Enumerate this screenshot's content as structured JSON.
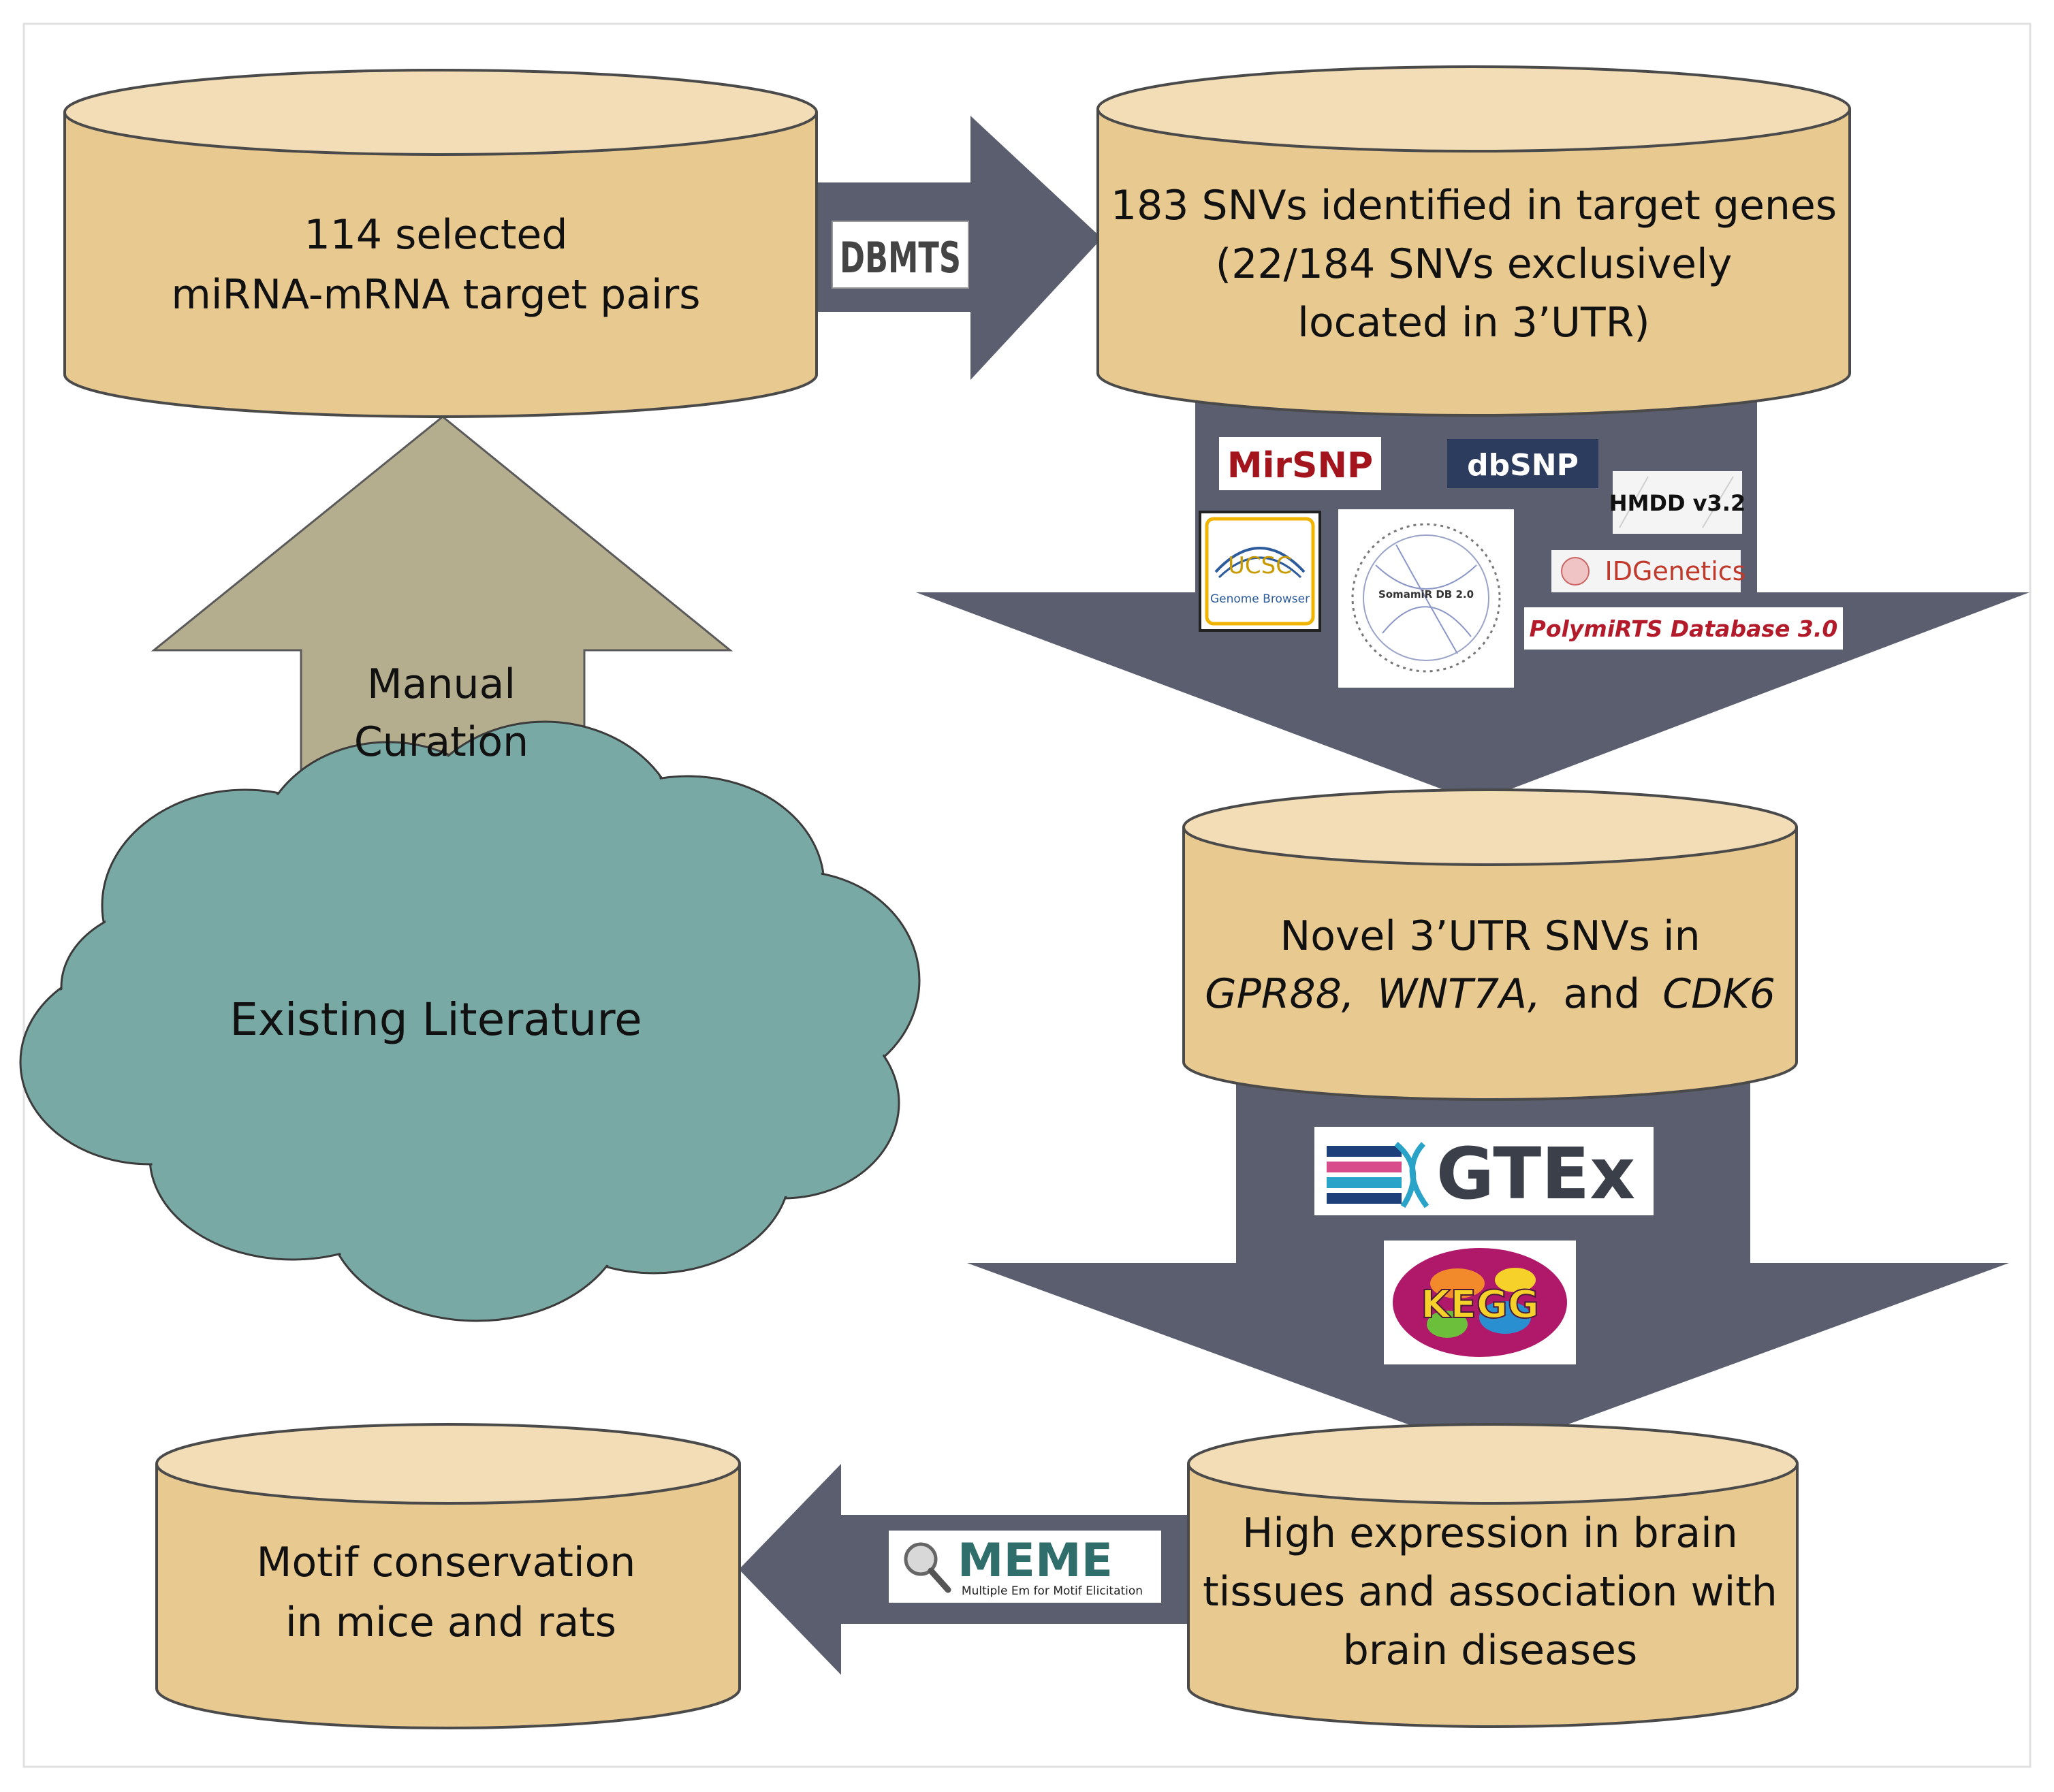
{
  "nodes": {
    "pairs": {
      "lines": [
        "114 selected",
        "miRNA-mRNA target pairs"
      ]
    },
    "snvs": {
      "lines": [
        "183 SNVs identified in target genes",
        "(22/184 SNVs exclusively",
        "located in 3’UTR)"
      ]
    },
    "novel": {
      "line1": "Novel 3’UTR SNVs in",
      "gene1": "GPR88,",
      "gene2": "WNT7A,",
      "and": "and",
      "gene3": "CDK6"
    },
    "expression": {
      "lines": [
        "High expression in brain",
        "tissues and association with",
        "brain diseases"
      ]
    },
    "motif": {
      "lines": [
        "Motif conservation",
        "in mice and rats"
      ]
    },
    "literature": {
      "label": "Existing Literature"
    },
    "curation": {
      "lines": [
        "Manual",
        "Curation"
      ]
    }
  },
  "tools": {
    "dbmts": "DBMTS",
    "mirsnp": "MirSNP",
    "dbsnp": "dbSNP",
    "hmdd": "HMDD v3.2",
    "idgenetics": "IDGenetics",
    "polymirts": "PolymiRTS Database 3.0",
    "ucsc_title": "UCSC",
    "ucsc_sub": "Genome Browser",
    "somamir": "SomamiR DB 2.0",
    "gtex": "GTEx",
    "kegg": "KEGG",
    "meme": "MEME",
    "meme_sub": "Multiple Em for Motif Elicitation"
  },
  "colors": {
    "cylinder_fill": "#e8c990",
    "cylinder_top": "#f2ddb6",
    "arrow_dark": "#5b5e6e",
    "arrow_curation": "#b4ad8e",
    "cloud": "#78a9a4"
  }
}
